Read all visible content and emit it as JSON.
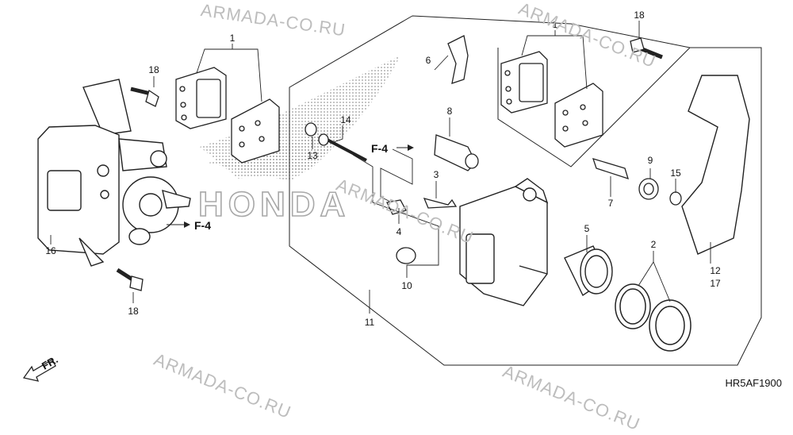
{
  "diagram_code": "HR5AF1900",
  "brand_text": "HONDA",
  "watermark": "ARMADA-CO.RU",
  "direction_label": "FR.",
  "ref_label": "F-4",
  "callouts": {
    "c1a": "1",
    "c1b": "1",
    "c2": "2",
    "c3": "3",
    "c4": "4",
    "c5": "5",
    "c6": "6",
    "c7": "7",
    "c8": "8",
    "c9": "9",
    "c10": "10",
    "c11": "11",
    "c12": "12",
    "c17": "17",
    "c13": "13",
    "c14": "14",
    "c15": "15",
    "c16": "16",
    "c18a": "18",
    "c18b": "18",
    "c18c": "18"
  }
}
